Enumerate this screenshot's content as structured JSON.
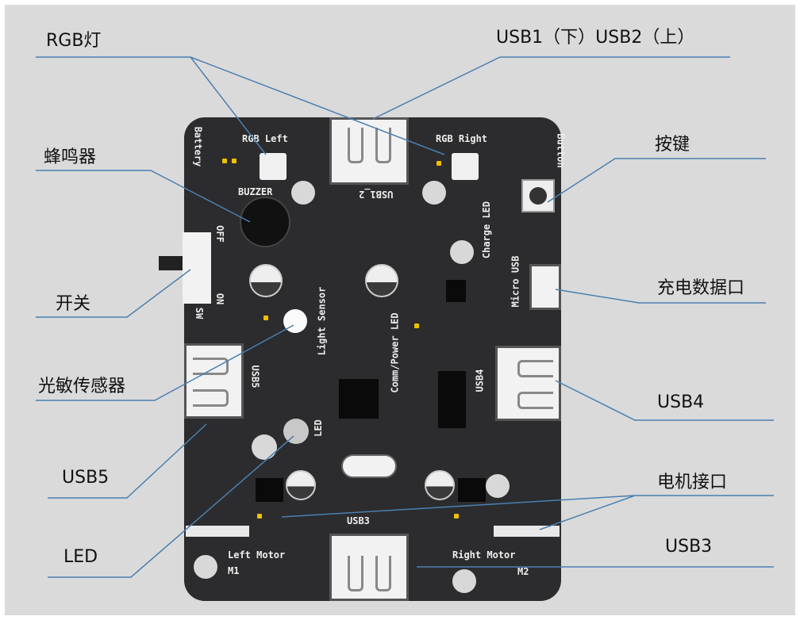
{
  "labels": {
    "rgb": "RGB灯",
    "buzzer": "蜂鸣器",
    "switch": "开关",
    "light_sensor": "光敏传感器",
    "usb5": "USB5",
    "led": "LED",
    "usb12": "USB1（下）USB2（上）",
    "button": "按键",
    "charge_port": "充电数据口",
    "usb4": "USB4",
    "motor_port": "电机接口",
    "usb3": "USB3"
  },
  "silkscreen": {
    "rgb_left": "RGB Left",
    "rgb_right": "RGB Right",
    "battery": "Battery",
    "buzzer": "BUZZER",
    "usb12": "USB1_2",
    "charge_led": "Charge LED",
    "button": "Button",
    "micro_usb": "Micro USB",
    "off": "OFF",
    "on": "ON",
    "sw": "SW",
    "light_sensor": "Light Sensor",
    "comm_power_led": "Comm/Power LED",
    "usb5": "USB5",
    "usb4": "USB4",
    "led": "LED",
    "usb3": "USB3",
    "left_motor": "Left Motor",
    "m1": "M1",
    "right_motor": "Right Motor",
    "m2": "M2"
  },
  "colors": {
    "board": "#2c2c2e",
    "leader": "#4a7fb0",
    "background": "#dadada"
  }
}
